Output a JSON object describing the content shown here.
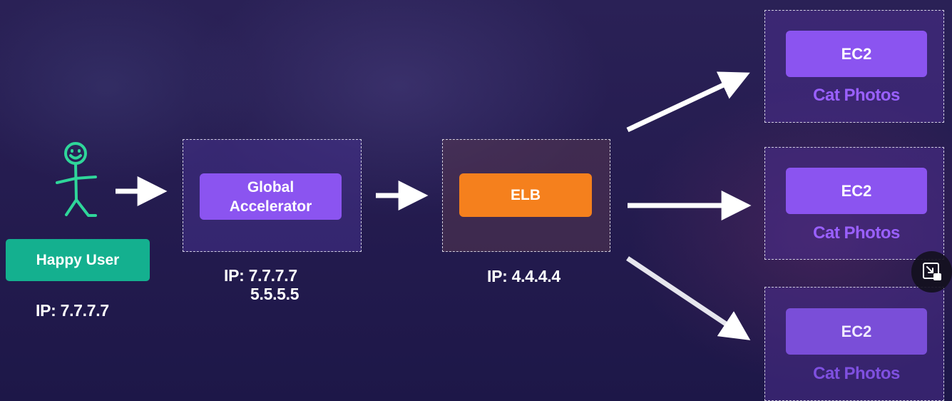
{
  "user": {
    "label": "Happy User",
    "ip": "IP: 7.7.7.7"
  },
  "global_accelerator": {
    "label": "Global Accelerator",
    "ip_line1": "IP: 7.7.7.7",
    "ip_line2": "5.5.5.5"
  },
  "elb": {
    "label": "ELB",
    "ip": "IP: 4.4.4.4"
  },
  "targets": [
    {
      "label": "EC2",
      "caption": "Cat Photos"
    },
    {
      "label": "EC2",
      "caption": "Cat Photos"
    },
    {
      "label": "EC2",
      "caption": "Cat Photos"
    }
  ],
  "colors": {
    "user": "#14b08f",
    "accelerator": "#8b54f0",
    "elb": "#f5801d",
    "ec2": "#8b54f0",
    "caption": "#9a60ff",
    "stick_figure": "#2fd69a"
  },
  "icons": {
    "user_figure": "stick-figure-icon",
    "flow_arrow": "arrow-right-icon",
    "pip": "picture-in-picture-exit-icon"
  }
}
